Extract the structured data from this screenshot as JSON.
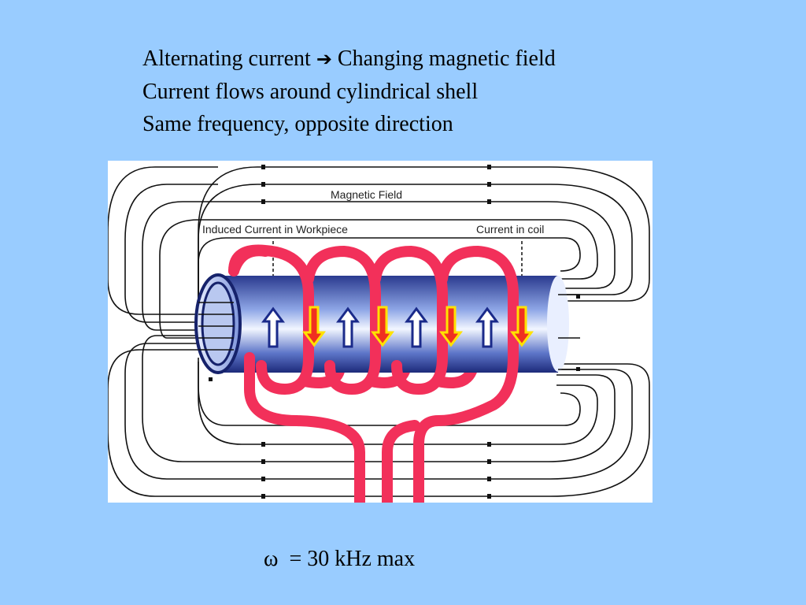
{
  "bullets": {
    "line1_a": "Alternating current",
    "line1_arrow": "➔",
    "line1_b": "Changing magnetic field",
    "line2": "Current flows around cylindrical shell",
    "line3": "Same frequency, opposite direction"
  },
  "diagram": {
    "magnetic_field_label": "Magnetic Field",
    "induced_current_label": "Induced Current in Workpiece",
    "coil_current_label": "Current in coil"
  },
  "formula": {
    "symbol": "ω",
    "text": "= 30 kHz max"
  }
}
